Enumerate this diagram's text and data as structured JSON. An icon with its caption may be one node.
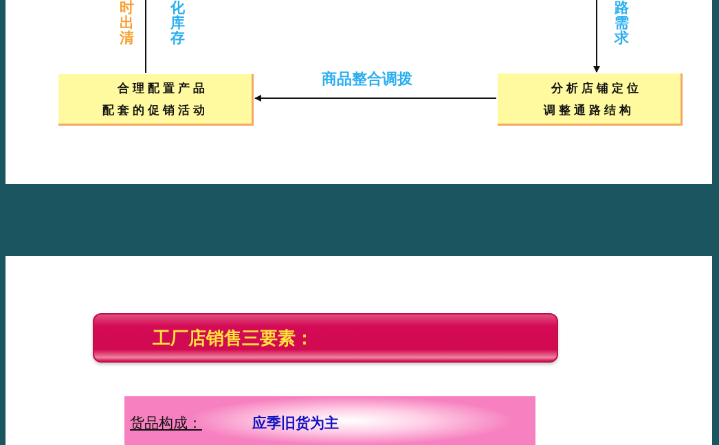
{
  "diagram": {
    "nodes": [
      {
        "text": [
          "合理配置产品配套的促销活动"
        ]
      },
      {
        "text": [
          "分析店铺定位调整通路结构"
        ]
      },
      {
        "text": [
          "工厂店销售三要素："
        ]
      },
      {
        "text": [
          "货品构成：",
          "应季旧货为主"
        ]
      }
    ],
    "edges": [
      {
        "from": 0,
        "to": null,
        "arrow": "none"
      },
      {
        "from": null,
        "to": 1,
        "arrow": "to",
        "label": "路需求"
      },
      {
        "from": 1,
        "to": 0,
        "arrow": "to",
        "label": "商品整合调拨"
      }
    ],
    "labels": [
      "时出清",
      "化库存"
    ]
  }
}
